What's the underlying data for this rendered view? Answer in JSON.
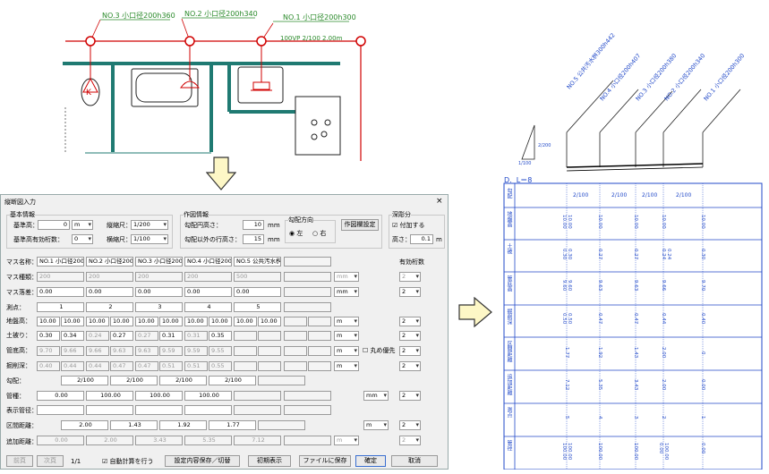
{
  "plan": {
    "labels": [
      "NO.3 小口径200h360",
      "NO.2 小口径200h340",
      "NO.1 小口径200h300"
    ],
    "pipe_label": "100VP 2/100 2.00m"
  },
  "dialog": {
    "title": "縦断図入力",
    "close": "×",
    "basic": {
      "group": "基本情報",
      "ref_height_label": "基準高：",
      "ref_height_value": "0",
      "ref_height_unit": "m",
      "ref_digits_label": "基準高有効桁数：",
      "ref_digits_value": "0",
      "vscale_label": "縦縮尺：",
      "vscale_value": "1/200",
      "hscale_label": "横縮尺：",
      "hscale_value": "1/100"
    },
    "draw": {
      "group": "作図情報",
      "slope_text_label": "勾配円高さ：",
      "slope_text_value": "10",
      "slope_text_unit": "mm",
      "other_text_label": "勾配以外の行高さ：",
      "other_text_value": "15",
      "other_text_unit": "mm",
      "dir_group": "勾配方向",
      "dir_left": "左",
      "dir_right": "右",
      "settings_button": "作図欄設定"
    },
    "extra": {
      "group": "深彫分",
      "add_label": "付加する",
      "height_label": "高さ：",
      "height_value": "0.1",
      "height_unit": "m"
    },
    "rows": {
      "mass_name": "マス名称：",
      "mass_type": "マス種類：",
      "mass_drop": "マス落差：",
      "point": "測点：",
      "ground": "地盤高：",
      "cover": "土被り：",
      "invert": "管底高：",
      "dig_depth": "掘削深：",
      "slope": "勾配：",
      "pipe_type": "管種：",
      "display_pipe": "表示管径：",
      "section": "区間距離：",
      "cumulative": "追加距離："
    },
    "valid_digits": "有効桁数",
    "round_priority": "丸め優先",
    "mass_names": [
      "NO.1 小口径200",
      "NO.2 小口径200",
      "NO.3 小口径200",
      "NO.4 小口径200",
      "NO.5 公共汚水桝"
    ],
    "mass_types": [
      "200",
      "200",
      "200",
      "200",
      "500"
    ],
    "mass_drops": [
      "0.00",
      "0.00",
      "0.00",
      "0.00",
      "0.00"
    ],
    "points": [
      "1",
      "2",
      "3",
      "4",
      "5"
    ],
    "ground": [
      "10.00",
      "10.00",
      "10.00",
      "10.00",
      "10.00",
      "10.00",
      "10.00",
      "10.00",
      "10.00",
      "10.00"
    ],
    "cover": [
      "0.30",
      "0.34",
      "0.24",
      "0.27",
      "0.27",
      "0.31",
      "0.31",
      "0.35"
    ],
    "invert": [
      "9.70",
      "9.66",
      "9.66",
      "9.63",
      "9.63",
      "9.59",
      "9.59",
      "9.55"
    ],
    "dig": [
      "0.40",
      "0.44",
      "0.44",
      "0.47",
      "0.47",
      "0.51",
      "0.51",
      "0.55"
    ],
    "slopes": [
      "2/100",
      "2/100",
      "2/100",
      "2/100"
    ],
    "pipes": [
      "0.00",
      "100.00",
      "100.00",
      "100.00"
    ],
    "sections": [
      "2.00",
      "1.43",
      "1.92",
      "1.77"
    ],
    "cumulative": [
      "0.00",
      "2.00",
      "3.43",
      "5.35",
      "7.12"
    ],
    "unit_m": "m",
    "unit_mm": "mm",
    "digit": "2",
    "pager_prev": "前頁",
    "pager_next": "次頁",
    "pager_pos": "1/1",
    "auto_calc": "自動計算を行う",
    "save_settings": "設定内容保存／切替",
    "initial": "初期表示",
    "save_file": "ファイルに保存",
    "ok": "確定",
    "cancel": "取消"
  },
  "profile": {
    "top_labels": [
      "NO.5 公共汚水桝300h442",
      "NO.4 小口径200h407",
      "NO.3 小口径200h380",
      "NO.2 小口径200h340",
      "NO.1 小口径200h300"
    ],
    "tri_label_top": "2/200",
    "tri_label_bottom": "1/100",
    "dl": "D.  L＝8",
    "row_labels": [
      "勾配",
      "地盤高",
      "土被",
      "管底高",
      "掘削深",
      "区間距離",
      "追加距離",
      "測点",
      "管径"
    ],
    "slopes": [
      "2/100",
      "2/100",
      "2/100",
      "2/100"
    ],
    "ground": [
      "10.00\n10.00",
      "10.00",
      "10.00",
      "10.00",
      "10.00"
    ],
    "cover": [
      "0.30\n0.30",
      "0.27",
      "0.27",
      "0.24\n0.24",
      "0.30"
    ],
    "invert": [
      "9.60\n9.60",
      "9.63",
      "9.63",
      "9.66",
      "9.70"
    ],
    "dig": [
      "0.50\n0.50",
      "0.47",
      "0.47",
      "0.44",
      "0.40"
    ],
    "section": [
      "1.77",
      "1.92",
      "1.43",
      "2.00",
      "0"
    ],
    "cumulative": [
      "7.12",
      "5.35",
      "3.43",
      "2.00",
      "0.00"
    ],
    "point": [
      "5",
      "4",
      "3",
      "2",
      "1"
    ],
    "pipe": [
      "100.00\n100.00",
      "100.00",
      "100.00",
      "100.00\n0.00",
      "0.00"
    ]
  },
  "colors": {
    "pipe": "#1f7a72",
    "node": "#d00000",
    "label": "#2a8a2a",
    "blue": "#2048c8"
  }
}
